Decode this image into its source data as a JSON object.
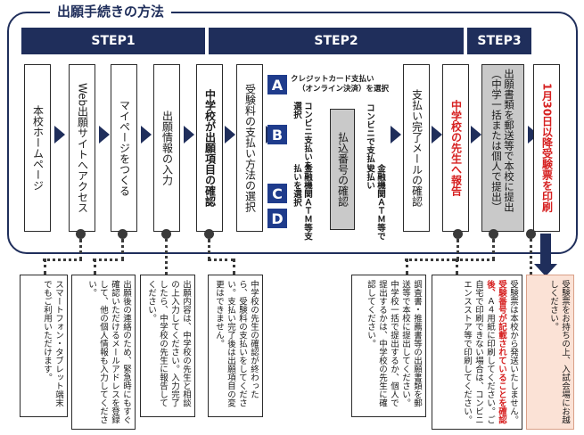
{
  "title": "出願手続きの方法",
  "steps": {
    "s1": "STEP1",
    "s2": "STEP2",
    "s3": "STEP3"
  },
  "flow": {
    "homepage": "本校ホームページ",
    "web_access": "Web出願サイトへアクセス",
    "mypage": "マイページをつくる",
    "info_input": "出願情報の入力",
    "jhs_confirm": "中学校が出願項目の確認",
    "payment_select": "受験料の支払い方法の選択",
    "furikomi": "払込番号の確認",
    "mail_confirm": "支払い完了メールの確認",
    "teacher_report": "中学校の先生へ報告",
    "submit_docs": "出願書類を郵送等で本校に提出（中学一括または個人で提出）",
    "print_ticket": "1月30日以降受験票を印刷"
  },
  "payment": {
    "a_letter": "A",
    "a_text1": "クレジットカード支払い",
    "a_text2": "（オンライン決済）",
    "a_suffix": "を選択",
    "b_letter": "B",
    "b_text": "コンビニ支払いを選択",
    "b_pay": "コンビニで支払い",
    "c_letter": "C",
    "d_letter": "D",
    "cd_text": "金融機関ＡＴＭ等支払いを選択",
    "cd_pay": "金融機関ＡＴＭ等で支払い"
  },
  "notes": {
    "n1": "スマートフォン・タブレット端末でもご利用いただけます。",
    "n2": "出願後の連絡のため、緊急時にもすぐ確認いただけるメールアドレスを登録して、他の個人情報も入力してください。",
    "n3": "出願内容は、中学校の先生と相談の上入力してください。入力完了したら、中学校の先生に報告してください。",
    "n4": "中学校の先生の確認が終わったら、受験料の支払いをしてください。支払い完了後は出願項目の変更はできません。",
    "n5": "調査書・推薦書等の出願書類を郵送等で本校に提出してください。中学校一括で提出するか、個人で提出するかは、中学校の先生に確認してください。",
    "n6_a": "受験票は本校から発送いたしません。",
    "n6_red": "受験番号が記載されていることを確認後、",
    "n6_b": "Ａ４用紙に印刷してください。ご自宅で印刷できない場合は、コンビニエンスストア等で印刷してください。",
    "n7": "受験票をお持ちの上、入試会場にお越しください。"
  }
}
